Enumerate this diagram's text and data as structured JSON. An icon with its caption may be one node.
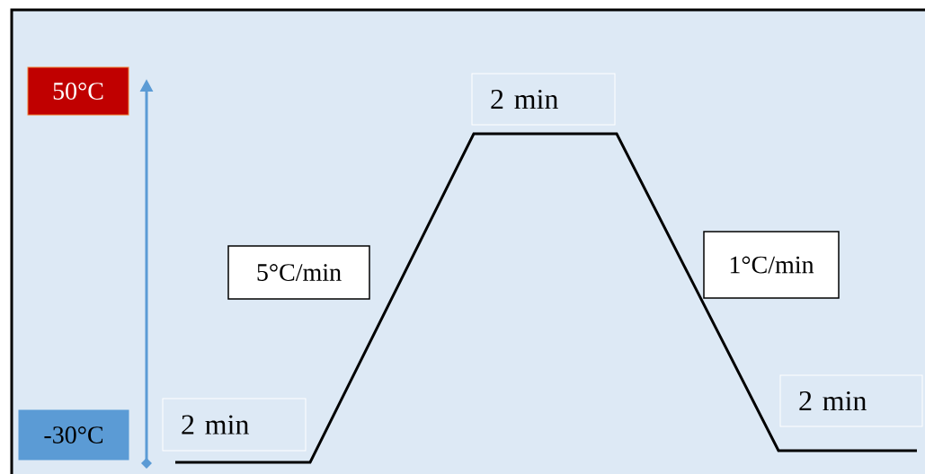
{
  "diagram": {
    "nodes": [
      {
        "text": [
          "50°C"
        ]
      },
      {
        "text": [
          "-30°C"
        ]
      },
      {
        "text": [
          "2 min"
        ]
      },
      {
        "text": [
          "5°C/min"
        ]
      },
      {
        "text": [
          "2 min"
        ]
      },
      {
        "text": [
          "1°C/min"
        ]
      },
      {
        "text": [
          "2 min"
        ]
      }
    ]
  }
}
